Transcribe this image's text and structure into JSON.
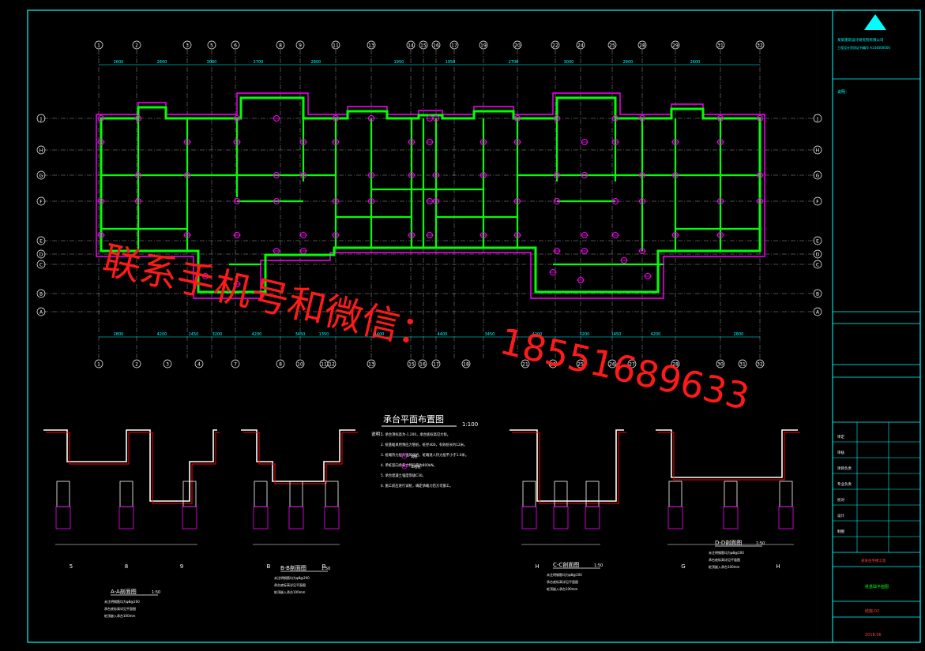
{
  "plan": {
    "title": "承台平面布置图",
    "scale": "1:100",
    "axis_top": [
      "1",
      "2",
      "3",
      "5",
      "6",
      "8",
      "9",
      "11",
      "13",
      "14",
      "15",
      "16",
      "17",
      "19",
      "20",
      "22",
      "24",
      "25",
      "28",
      "29",
      "31",
      "32"
    ],
    "axis_bottom": [
      "1",
      "2",
      "3",
      "4",
      "7",
      "8",
      "10",
      "11",
      "12",
      "13",
      "15",
      "16",
      "17",
      "18",
      "21",
      "23",
      "25",
      "26",
      "27",
      "28",
      "30",
      "31",
      "32"
    ],
    "axis_left": [
      "J",
      "H",
      "G",
      "F",
      "E",
      "D",
      "C",
      "B",
      "A"
    ],
    "top_dims": [
      "2600",
      "2800",
      "3000",
      "2700",
      "2800",
      "1950",
      "1950",
      "2700",
      "3000",
      "2800",
      "2600"
    ],
    "bottom_dims": [
      "2800",
      "4200",
      "1450",
      "3200",
      "4200",
      "3450",
      "1350",
      "4400",
      "4400",
      "3450",
      "4200",
      "3200",
      "1450",
      "4200",
      "2800"
    ],
    "notes": [
      "1. 承台顶标高为-1.200，承台底标高见大样。",
      "2. 桩基础采用预应力管桩，桩径400，有效桩长约12米。",
      "3. 桩端持力层为强风化岩，桩端进入持力层不小于1.0米。",
      "4. 单桩竖向承载力特征值为800kN。",
      "5. 承台混凝土强度等级C30。",
      "6. 施工前应进行试桩，确定承载力后方可施工。"
    ],
    "legend": [
      "试桩",
      "工程桩"
    ]
  },
  "sections": [
    {
      "title": "A-A剖面图",
      "scale": "1:50",
      "axes": [
        "5",
        "8",
        "9"
      ],
      "notes": [
        "未注明钢筋均为φ8@200",
        "承台底标高详见平面图",
        "桩顶嵌入承台100mm"
      ]
    },
    {
      "title": "B-B剖面图",
      "scale": "1:50",
      "axes": [
        "B",
        "B"
      ],
      "notes": [
        "未注明钢筋均为φ8@200",
        "承台底标高详见平面图",
        "桩顶嵌入承台100mm"
      ]
    },
    {
      "title": "C-C剖面图",
      "scale": "1:50",
      "axes": [
        "H"
      ],
      "notes": [
        "未注明钢筋均为φ8@200",
        "承台底标高详见平面图",
        "桩顶嵌入承台100mm"
      ]
    },
    {
      "title": "D-D剖面图",
      "scale": "1:50",
      "axes": [
        "G",
        "H"
      ],
      "notes": [
        "未注明钢筋均为φ8@200",
        "承台底标高详见平面图",
        "桩顶嵌入承台100mm"
      ]
    }
  ],
  "title_block": {
    "company": "某某建筑设计研究院有限公司",
    "certificate": "工程设计资质证书编号 A144000000",
    "notes_header": "说明：",
    "rows": [
      {
        "label": "审定",
        "value": ""
      },
      {
        "label": "审核",
        "value": ""
      },
      {
        "label": "项目负责",
        "value": ""
      },
      {
        "label": "专业负责",
        "value": ""
      },
      {
        "label": "校对",
        "value": ""
      },
      {
        "label": "设计",
        "value": ""
      },
      {
        "label": "制图",
        "value": ""
      }
    ],
    "project": "某某住宅楼工程",
    "drawing_name": "桩基础平面图",
    "drawing_no": "结施-02",
    "date": "2018.06"
  },
  "watermark": {
    "line1": "联系手机号和微信：",
    "line2": "18551689633"
  },
  "colors": {
    "background": "#000000",
    "wall": "#00ff00",
    "outline": "#ff00ff",
    "axis": "#ffffff",
    "dimension": "#00ffff",
    "rebar": "#ff0000",
    "watermark": "#ff1a1a"
  }
}
